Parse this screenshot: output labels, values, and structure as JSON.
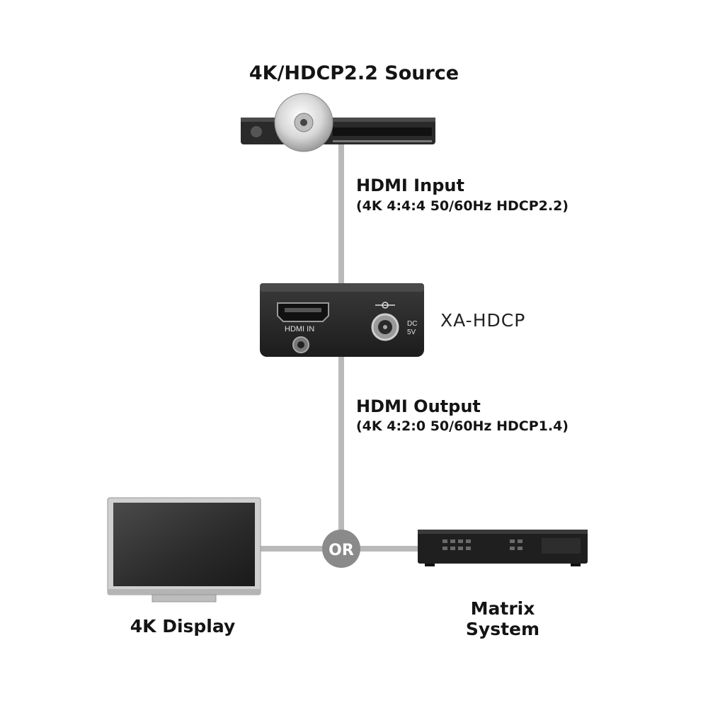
{
  "source": {
    "label": "4K/HDCP2.2 Source"
  },
  "input": {
    "title": "HDMI Input",
    "spec": "(4K 4:4:4 50/60Hz HDCP2.2)"
  },
  "device": {
    "model": "XA-HDCP",
    "port_hdmi": "HDMI IN",
    "port_dc_1": "DC",
    "port_dc_2": "5V"
  },
  "output": {
    "title": "HDMI Output",
    "spec": "(4K 4:2:0 50/60Hz HDCP1.4)"
  },
  "junction": {
    "label": "OR"
  },
  "display": {
    "label": "4K Display"
  },
  "matrix": {
    "label_line1": "Matrix",
    "label_line2": "System"
  },
  "colors": {
    "cable": "#b9b9b9",
    "junction": "#8a8a8a",
    "device_body": "#2b2b2b"
  }
}
